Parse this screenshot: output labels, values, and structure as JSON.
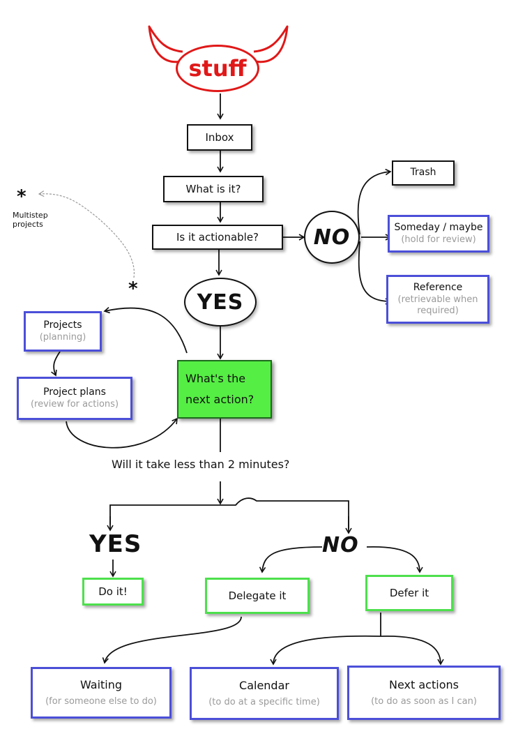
{
  "start": "stuff",
  "inbox": "Inbox",
  "what_is_it": "What is it?",
  "actionable": "Is it actionable?",
  "no_upper": "NO",
  "yes_upper": "YES",
  "trash": "Trash",
  "someday": {
    "title": "Someday / maybe",
    "note": "(hold for review)"
  },
  "reference": {
    "title": "Reference",
    "note_line1": "(retrievable when",
    "note_line2": "required)"
  },
  "asterisk": "*",
  "multistep": {
    "line1": "Multistep",
    "line2": "projects"
  },
  "projects": {
    "title": "Projects",
    "note": "(planning)"
  },
  "project_plans": {
    "title": "Project plans",
    "note": "(review for actions)"
  },
  "next_action": {
    "line1": "What's the",
    "line2": "next action?"
  },
  "two_minutes": "Will it take less than 2 minutes?",
  "yes_lower": "YES",
  "no_lower": "NO",
  "do_it": "Do it!",
  "delegate": "Delegate it",
  "defer": "Defer it",
  "waiting": {
    "title": "Waiting",
    "note": "(for someone else to do)"
  },
  "calendar": {
    "title": "Calendar",
    "note": "(to do at a specific time)"
  },
  "next_actions": {
    "title": "Next actions",
    "note": "(to do as soon as I can)"
  },
  "colors": {
    "ink": "#111111",
    "stuff": "#e01818",
    "blue_border": "#4b4fd8",
    "green_border": "#4de04d",
    "green_fill": "#55ee44",
    "muted": "#9a9a9a"
  }
}
